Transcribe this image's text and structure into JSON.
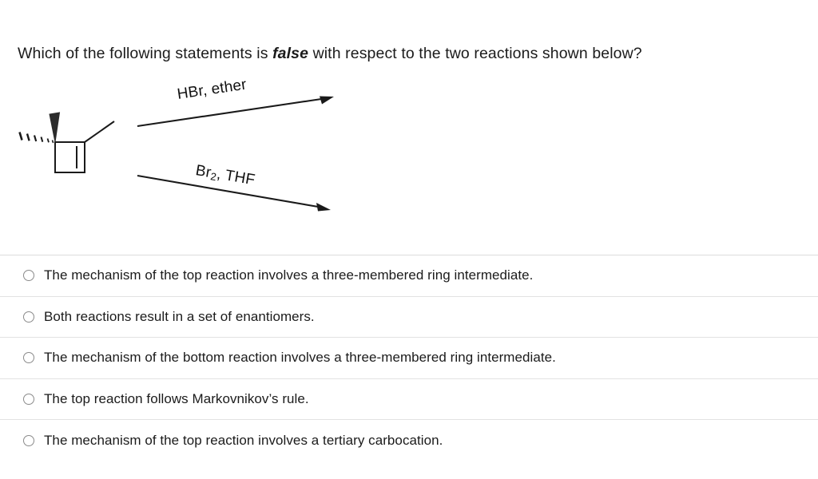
{
  "question": {
    "text_before": "Which of the following statements is ",
    "emphasis": "false",
    "text_after": " with respect to the two reactions shown below?"
  },
  "scheme": {
    "name": "reaction-scheme",
    "substrate_description": "1,2-dimethylcyclobutene drawn with a bold wedge methyl and a hashed methyl on the same carbon",
    "reagents": [
      {
        "id": "top",
        "label": "HBr, ether",
        "formula_main": "HBr, ether",
        "arrow": "up-right"
      },
      {
        "id": "bottom",
        "label_main": "Br",
        "label_sub": "2",
        "label_rest": ", THF",
        "arrow": "down-right"
      }
    ],
    "line_color": "#1a1a1a"
  },
  "options": [
    {
      "id": "opt-1",
      "label": "The mechanism of the top reaction involves a three-membered ring intermediate.",
      "selected": false
    },
    {
      "id": "opt-2",
      "label": "Both reactions result in a set of enantiomers.",
      "selected": false
    },
    {
      "id": "opt-3",
      "label": "The mechanism of the bottom reaction involves a three-membered ring intermediate.",
      "selected": false
    },
    {
      "id": "opt-4",
      "label": "The top reaction follows Markovnikov’s rule.",
      "selected": false
    },
    {
      "id": "opt-5",
      "label": "The mechanism of the top reaction involves a tertiary carbocation.",
      "selected": false
    }
  ],
  "colors": {
    "background": "#ffffff",
    "text": "#1b1b1b",
    "divider": "#e2e2e2",
    "radio_border": "#8a8a8a",
    "structure": "#1a1a1a"
  }
}
